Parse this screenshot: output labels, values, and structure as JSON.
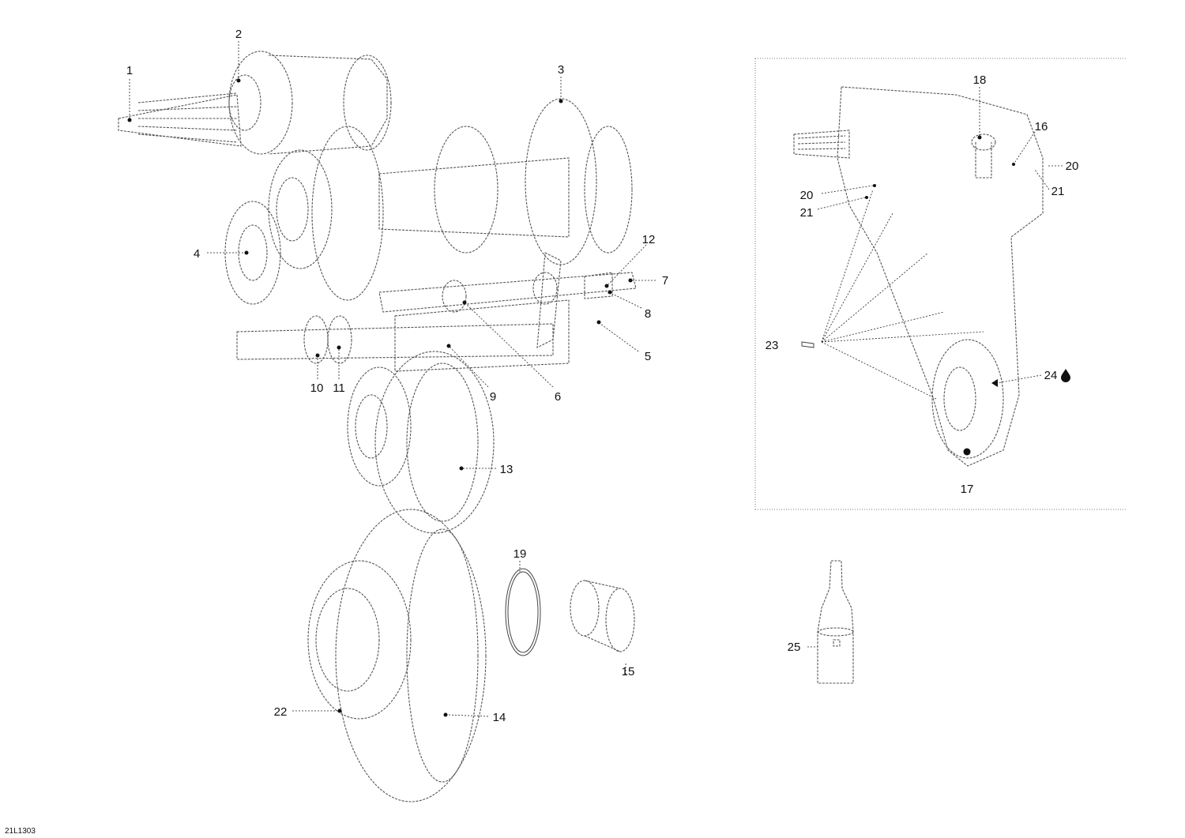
{
  "reference_code": "21L1303",
  "callouts": [
    {
      "num": "1"
    },
    {
      "num": "2"
    },
    {
      "num": "3"
    },
    {
      "num": "4"
    },
    {
      "num": "5"
    },
    {
      "num": "6"
    },
    {
      "num": "7"
    },
    {
      "num": "8"
    },
    {
      "num": "9"
    },
    {
      "num": "10"
    },
    {
      "num": "11"
    },
    {
      "num": "12"
    },
    {
      "num": "13"
    },
    {
      "num": "14"
    },
    {
      "num": "15"
    },
    {
      "num": "16"
    },
    {
      "num": "17"
    },
    {
      "num": "18"
    },
    {
      "num": "19"
    },
    {
      "num": "20"
    },
    {
      "num": "20"
    },
    {
      "num": "21"
    },
    {
      "num": "21"
    },
    {
      "num": "22"
    },
    {
      "num": "23"
    },
    {
      "num": "24"
    },
    {
      "num": "25"
    }
  ],
  "icons": {
    "callout_24": "oil-drop-icon"
  }
}
